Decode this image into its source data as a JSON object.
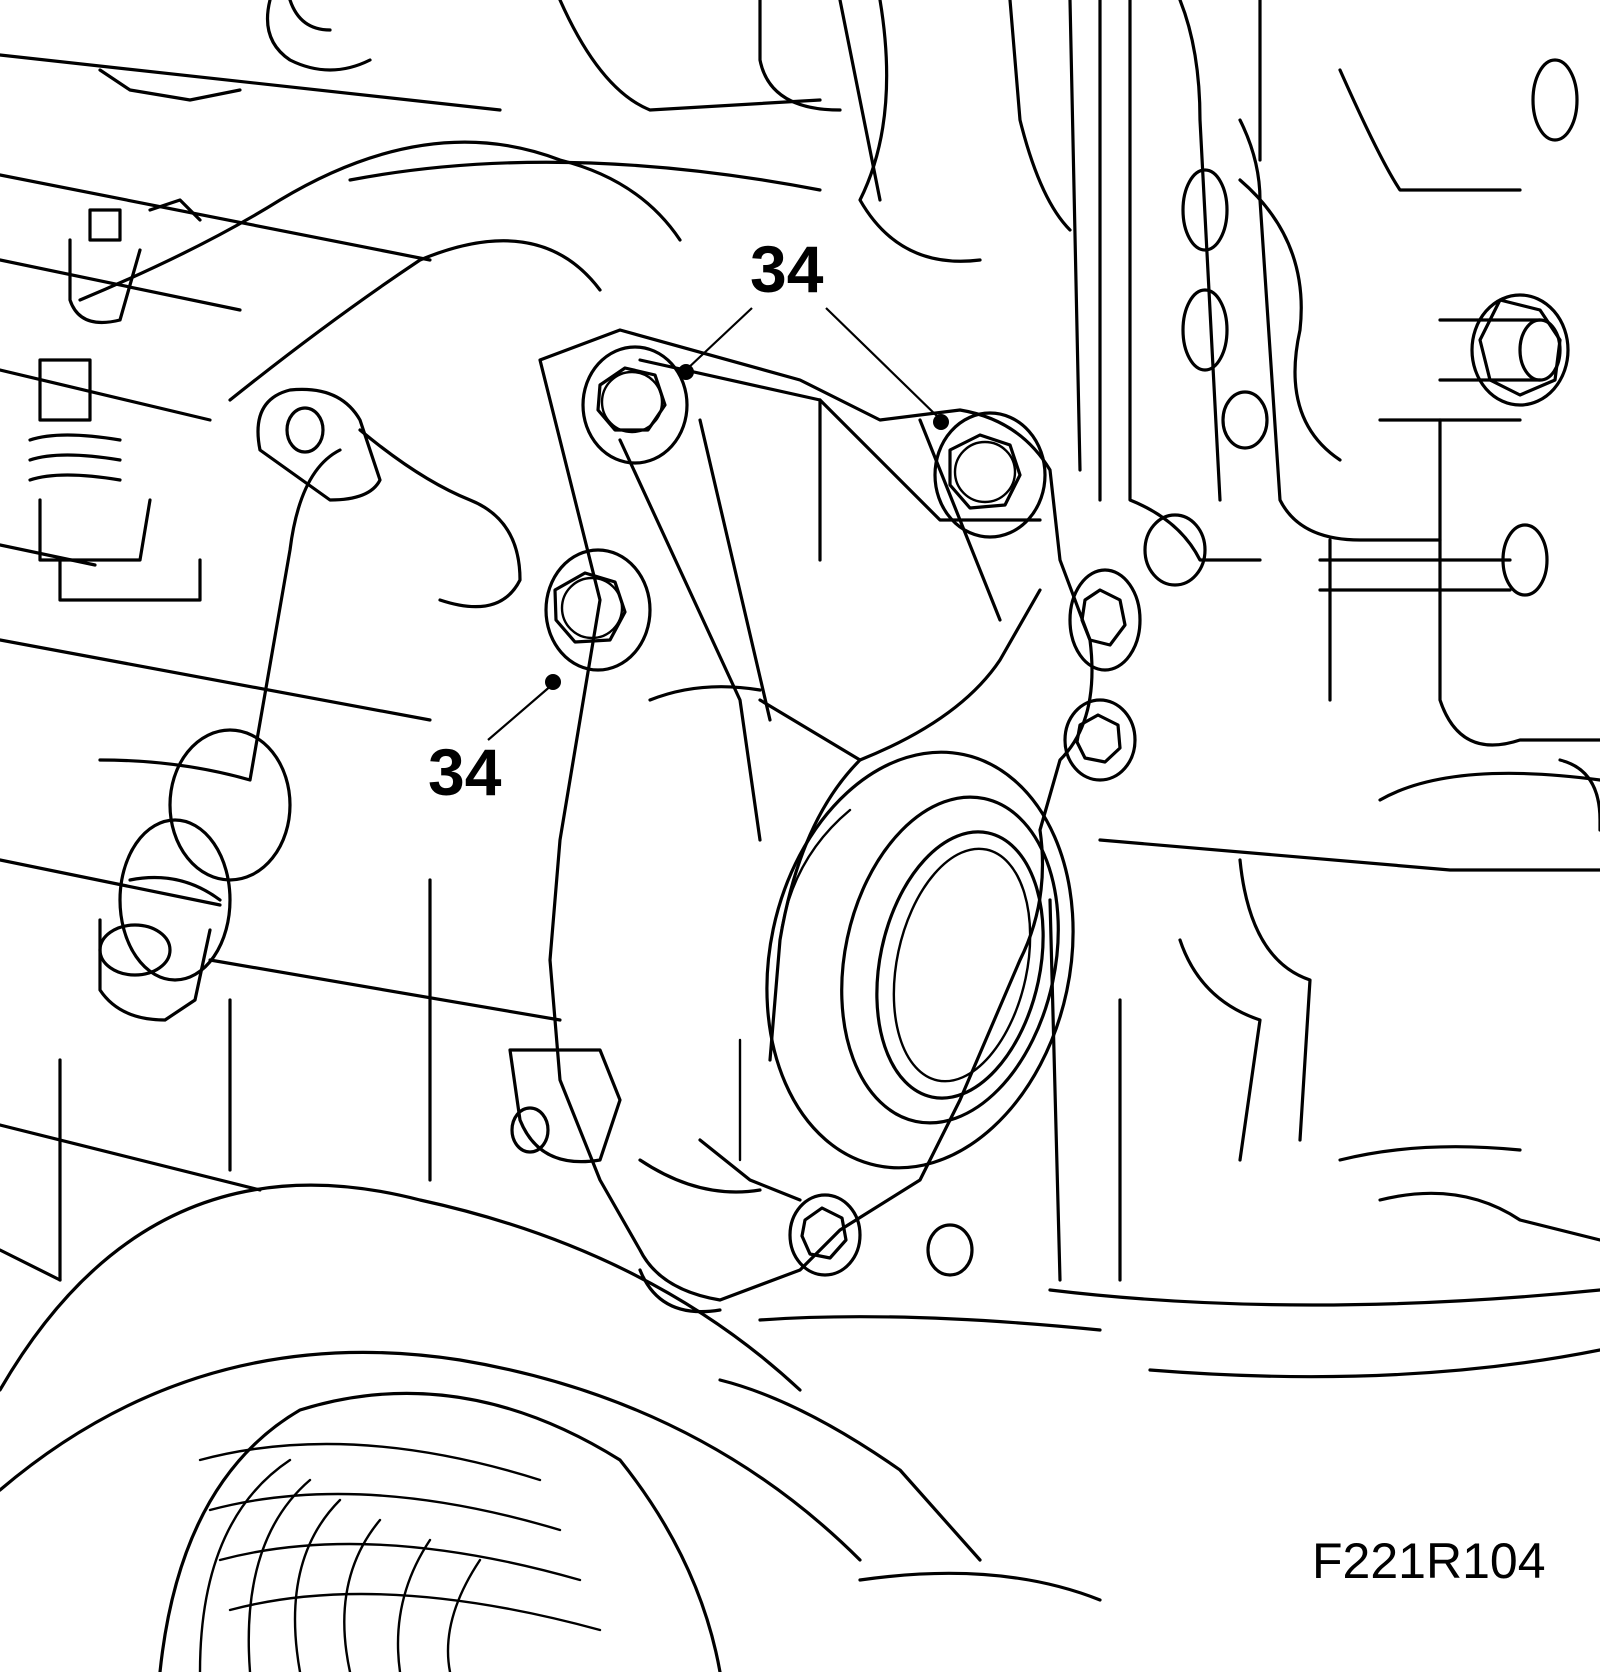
{
  "diagram": {
    "figure_id": "F221R104",
    "torque_callouts": [
      {
        "label": "34"
      },
      {
        "label": "34"
      }
    ]
  }
}
